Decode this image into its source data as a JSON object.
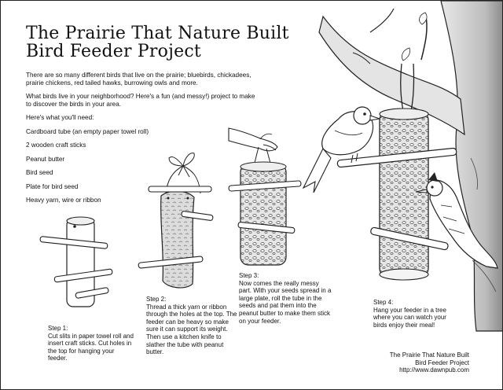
{
  "title": {
    "line1": "The Prairie That Nature Built",
    "line2": "Bird Feeder Project"
  },
  "intro": {
    "p1": "There are so many different birds that live on the prairie; bluebirds, chickadees, prairie chickens, red tailed hawks, burrowing owls and more.",
    "p2": "What birds live in your neighborhood? Here's a fun (and messy!) project to make to discover the birds in your area.",
    "p3": "Here's what you'll need:"
  },
  "materials": [
    "Cardboard tube (an empty paper towel roll)",
    "2 wooden craft sticks",
    "Peanut butter",
    "Bird seed",
    "Plate for bird seed",
    "Heavy yarn, wire or ribbon"
  ],
  "steps": {
    "step1": {
      "title": "Step 1:",
      "text": "Cut slits in paper towel roll and insert craft sticks. Cut holes in the top for hanging your feeder."
    },
    "step2": {
      "title": "Step 2:",
      "text": "Thread a thick yarn or ribbon through the holes at the top. The feeder can be heavy so make sure it can support its weight. Then use a kitchen knife to slather the tube with peanut butter."
    },
    "step3": {
      "title": "Step 3:",
      "text": "Now comes the really messy part. With your seeds spread in a large plate, roll the tube in the seeds and pat them into the peanut butter to make them stick on your feeder."
    },
    "step4": {
      "title": "Step 4:",
      "text": "Hang your feeder in a tree where you can watch your birds enjoy their meal!"
    }
  },
  "credits": {
    "line1": "The Prairie That Nature Built",
    "line2": "Bird Feeder Project",
    "line3": "http://www.dawnpub.com"
  },
  "colors": {
    "ink": "#111111",
    "paper": "#ffffff",
    "tree_shade": "#9a9a9a",
    "feeder_shade": "#d8d8d8"
  },
  "icons": [
    "feeder-step1-illustration",
    "feeder-step2-illustration",
    "feeder-step3-illustration",
    "tree-branch-illustration",
    "bird-on-stick-illustration",
    "woodpecker-illustration",
    "hand-holding-ribbon-illustration"
  ]
}
